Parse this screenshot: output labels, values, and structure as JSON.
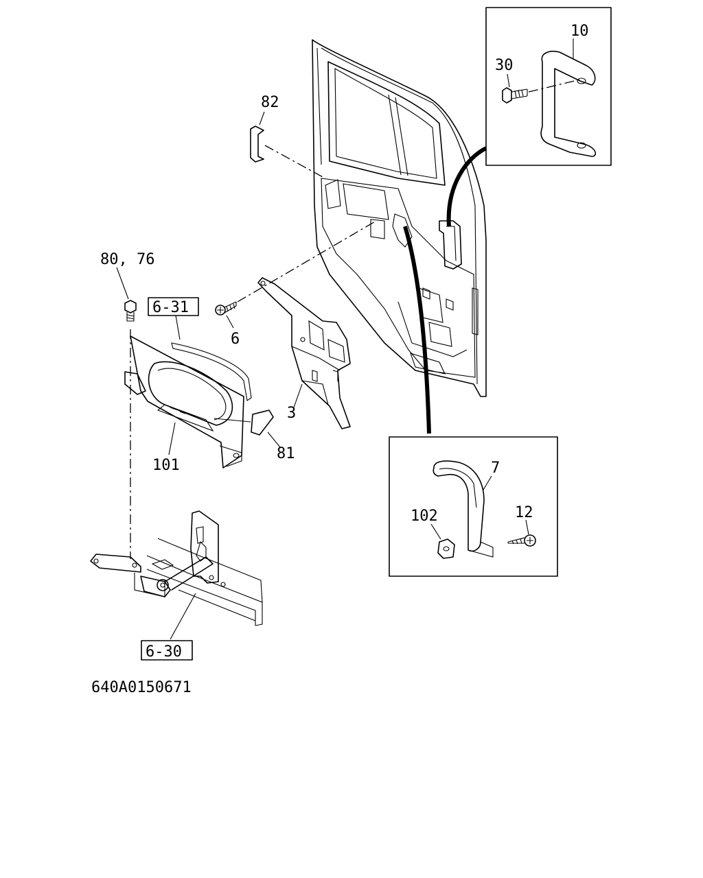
{
  "diagram_id": "640A0150671",
  "callouts": {
    "c10": "10",
    "c30": "30",
    "c82": "82",
    "c80_76": "80, 76",
    "c6_31": "6-31",
    "c6": "6",
    "c3": "3",
    "c101": "101",
    "c81": "81",
    "c7": "7",
    "c102": "102",
    "c12": "12",
    "c6_30": "6-30"
  },
  "colors": {
    "ink": "#000000",
    "paper": "#ffffff"
  }
}
